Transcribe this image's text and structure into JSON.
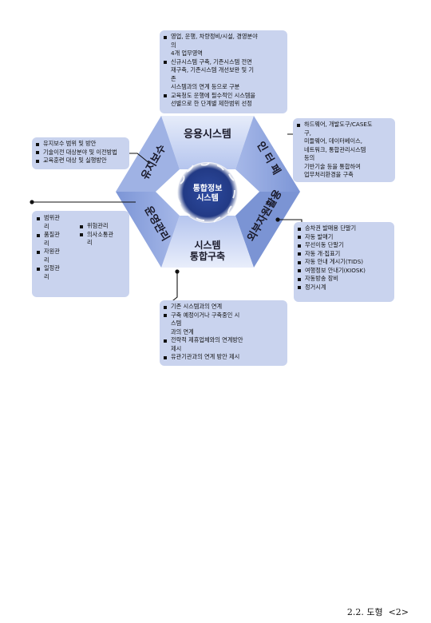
{
  "diagram": {
    "segments": {
      "top": "응용시스템",
      "top_right": "인 터 페",
      "right": "외부자원활용",
      "bottom": "시스템\n통합구축",
      "left": "운영관리",
      "top_left": "유지보수"
    },
    "center": "통합정보\n시스템"
  },
  "boxes": {
    "top": {
      "items": [
        "영업, 운행, 차량정비/시설, 경영분야\n의\n4개 업무영역",
        "신규시스템 구축, 기존시스템 전면\n재구축, 기존시스템 개선보완 및 기\n존\n시스템과의 연계 등으로 구분",
        "교육청도 운행에 필수적인 시스템을\n선별으로 한 단계별 제한범위 선정"
      ]
    },
    "top_right": {
      "items": [
        "하드웨어, 개발도구/CASE도\n구,\n미들웨어, 데이터베이스,\n네트워크, 통합관리시스템\n등의\n기반기술 등을 통합하여\n업무처리환경을 구축"
      ]
    },
    "left_top": {
      "items": [
        "유지보수 범위 및 방안",
        "기술이전 대상분야 및 이전방법",
        "교육훈련 대상 및 실행방안"
      ]
    },
    "left_bottom": {
      "col1": [
        "범위관\n리",
        "품질관\n리",
        "자원관\n리",
        "일정관\n리"
      ],
      "col2": [
        "위험관리",
        "의사소통관\n리"
      ]
    },
    "right_bottom": {
      "items": [
        "승차권 발매용 단말기",
        "자동 발매기",
        "무선이동 단말기",
        "자동 개·집표기",
        "자동 안내 게시기(TIDS)",
        "여행정보 안내기(KIOSK)",
        "자동방송 장비",
        "정거시계"
      ]
    },
    "bottom": {
      "items": [
        "기존 시스템과의 연계",
        "구축 예정이거나 구축중인 시\n스템\n과의 연계",
        "전략적 제휴업체와의 연계방안\n제시",
        "유관기관과의 연계 방안 제시"
      ]
    }
  },
  "caption": "2.2. 도형  <2>",
  "colors": {
    "box_fill": "#c9d3ee",
    "hex_light": "#b9c8ee",
    "hex_mid": "#8da4de",
    "hex_dark": "#6f88cc",
    "center_fill": "#27408f",
    "line": "#111111"
  }
}
